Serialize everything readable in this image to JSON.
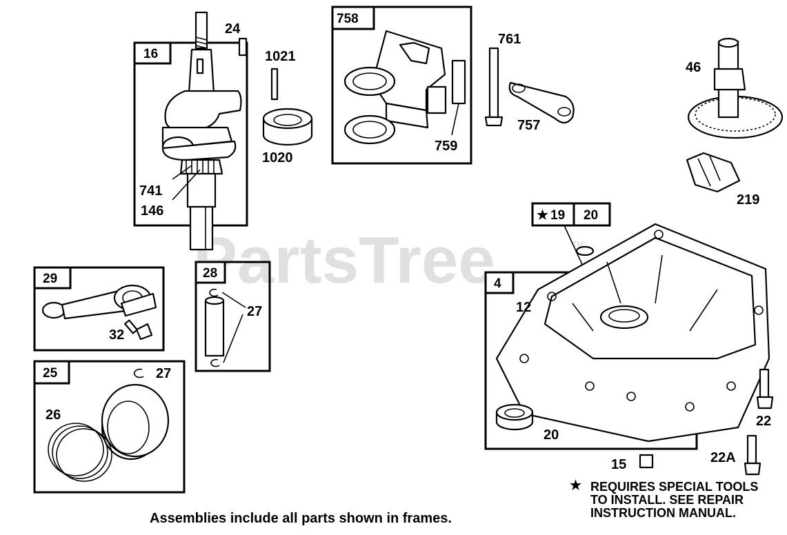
{
  "watermark": "PartsTree",
  "watermark_tm": "TM",
  "frames": {
    "crankshaft": "16",
    "governor_crank": "758",
    "connecting_rod": "29",
    "piston_pin": "28",
    "piston": "25",
    "sump": "4"
  },
  "callouts": {
    "p24": "24",
    "p1021": "1021",
    "p1020": "1020",
    "p741": "741",
    "p146": "146",
    "p761": "761",
    "p757": "757",
    "p759": "759",
    "p46": "46",
    "p219": "219",
    "p19": "19",
    "p20_tag": "20",
    "p12": "12",
    "p20": "20",
    "p22": "22",
    "p22a": "22A",
    "p15": "15",
    "p32": "32",
    "p27_pin": "27",
    "p27_piston": "27",
    "p26": "26"
  },
  "special_tool_symbol": "★",
  "special_note": {
    "line1": "REQUIRES SPECIAL TOOLS",
    "line2": "TO INSTALL.  SEE REPAIR",
    "line3": "INSTRUCTION MANUAL."
  },
  "footer": "Assemblies include all parts shown in frames."
}
